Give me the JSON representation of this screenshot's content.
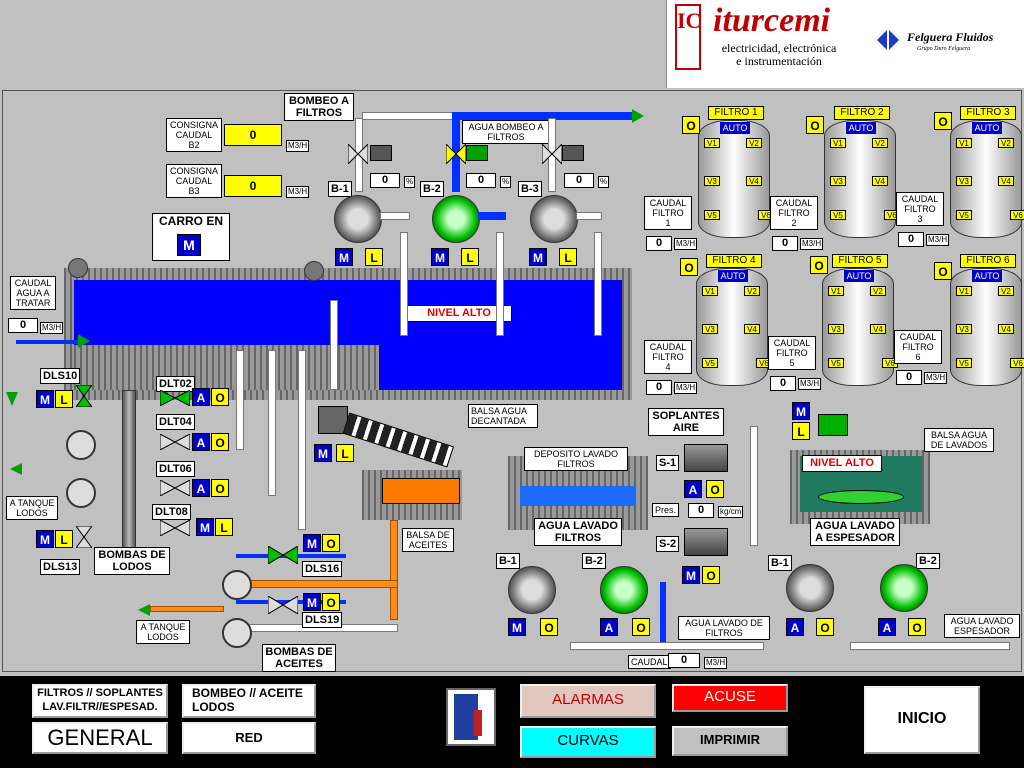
{
  "header": {
    "logo_letters": "IC",
    "brand": "iturcemi",
    "tagline": "electricidad, electrónica\ne instrumentación",
    "partner": "Felguera Fluidos",
    "partner_sub": "Grupo Duro Felguera"
  },
  "pumping": {
    "title": "BOMBEO A\nFILTROS",
    "consigna_b2_label": "CONSIGNA\nCAUDAL\nB2",
    "consigna_b2_value": "0",
    "consigna_b3_label": "CONSIGNA\nCAUDAL\nB3",
    "consigna_b3_value": "0",
    "unit_m3h": "M3/H",
    "agua_bombeo": "AGUA BOMBEO A\nFILTROS",
    "pumps": [
      {
        "label": "B-1",
        "value": "0",
        "unit": "%",
        "m": "M",
        "l": "L"
      },
      {
        "label": "B-2",
        "value": "0",
        "unit": "%",
        "m": "M",
        "l": "L"
      },
      {
        "label": "B-3",
        "value": "0",
        "unit": "%",
        "m": "M",
        "l": "L"
      }
    ],
    "carro_label": "CARRO EN",
    "carro_value": "M",
    "caudal_agua_label": "CAUDAL\nAGUA A\nTRATAR",
    "caudal_agua_value": "0",
    "nivel_alto": "NIVEL  ALTO",
    "balsa_agua": "BALSA AGUA\nDECANTADA"
  },
  "filters": {
    "auto": "AUTO",
    "o": "O",
    "items": [
      {
        "name": "FILTRO 1",
        "caudal": "CAUDAL\nFILTRO\n1",
        "value": "0"
      },
      {
        "name": "FILTRO 2",
        "caudal": "CAUDAL\nFILTRO\n2",
        "value": "0"
      },
      {
        "name": "FILTRO 3",
        "caudal": "CAUDAL\nFILTRO\n3",
        "value": "0"
      },
      {
        "name": "FILTRO 4",
        "caudal": "CAUDAL\nFILTRO\n4",
        "value": "0"
      },
      {
        "name": "FILTRO 5",
        "caudal": "CAUDAL\nFILTRO\n5",
        "value": "0"
      },
      {
        "name": "FILTRO 6",
        "caudal": "CAUDAL\nFILTRO\n6",
        "value": "0"
      }
    ],
    "valves": [
      "V1",
      "V2",
      "V3",
      "V4",
      "V5",
      "V6"
    ]
  },
  "lodos": {
    "dls10": "DLS10",
    "dls13": "DLS13",
    "dls16": "DLS16",
    "dls19": "DLS19",
    "dlt02": "DLT02",
    "dlt04": "DLT04",
    "dlt06": "DLT06",
    "dlt08": "DLT08",
    "a_tanque_lodos": "A TANQUE\nLODOS",
    "bombas_lodos": "BOMBAS DE\nLODOS",
    "balsa_aceites": "BALSA DE\nACEITES",
    "bombas_aceites": "BOMBAS DE\nACEITES",
    "a_tanque_lodos2": "A TANQUE\nLODOS",
    "m": "M",
    "l": "L",
    "a": "A",
    "o": "O"
  },
  "lavado": {
    "soplantes": "SOPLANTES\nAIRE",
    "s1": "S-1",
    "s2": "S-2",
    "pres_label": "Pres.",
    "pres_value": "0",
    "pres_unit": "kg/cm",
    "deposito": "DEPOSITO LAVADO\nFILTROS",
    "agua_lavado_filtros": "AGUA LAVADO\nFILTROS",
    "b1": "B-1",
    "b2": "B-2",
    "agua_lavado_de_filtros": "AGUA LAVADO DE\nFILTROS",
    "caudal_label": "CAUDAL",
    "caudal_value": "0",
    "caudal_unit": "M3/H",
    "balsa_lavados": "BALSA AGUA\nDE LAVADOS",
    "nivel_alto": "NIVEL  ALTO",
    "agua_lavado_espesador": "AGUA LAVADO\nA ESPESADOR",
    "agua_lavado_espesador2": "AGUA LAVADO\nESPESADOR"
  },
  "footer": {
    "btn_filtros": "FILTROS // SOPLANTES\nLAV.FILTR//ESPESAD.",
    "btn_bombeo": "BOMBEO // ACEITE\nLODOS",
    "btn_general": "GENERAL",
    "btn_red": "RED",
    "btn_alarmas": "ALARMAS",
    "btn_acuse": "ACUSE",
    "btn_curvas": "CURVAS",
    "btn_imprimir": "IMPRIMIR",
    "btn_inicio": "INICIO"
  },
  "colors": {
    "background": "#c0c0c0",
    "water": "#0000ff",
    "value_yellow": "#ffff00",
    "mode_blue": "#0000c8",
    "acuse_red": "#ff0000",
    "curvas_cyan": "#00ffff"
  }
}
